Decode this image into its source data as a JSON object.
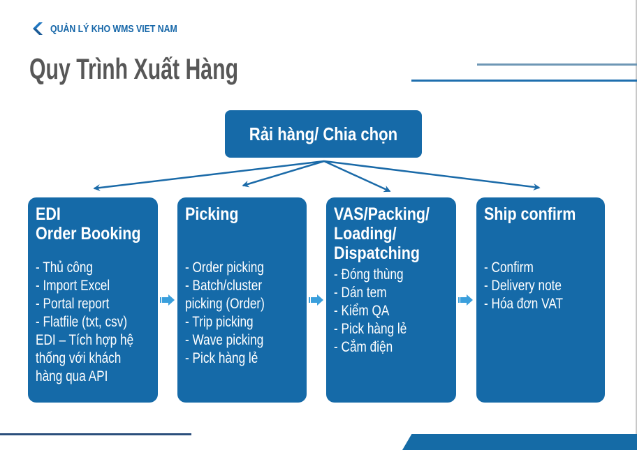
{
  "header": {
    "brand_icon": "chevron-left-icon",
    "brand_text": "QUẢN LÝ KHO WMS VIET NAM",
    "title": "Quy Trình Xuất Hàng"
  },
  "diagram": {
    "root": {
      "label": "Rải hàng/ Chia chọn"
    },
    "steps": [
      {
        "title_lines": [
          "EDI",
          "Order Booking"
        ],
        "items": [
          "- Thủ công",
          "- Import Excel",
          "- Portal report",
          "- Flatfile (txt, csv)",
          "EDI – Tích hợp hệ",
          "thống với khách",
          "hàng qua API"
        ]
      },
      {
        "title_lines": [
          "Picking"
        ],
        "items": [
          "- Order picking",
          "- Batch/cluster",
          "picking (Order)",
          "- Trip picking",
          "- Wave picking",
          "- Pick hàng lẻ"
        ]
      },
      {
        "title_lines": [
          "VAS/Packing/",
          "Loading/",
          "Dispatching"
        ],
        "items": [
          "- Đóng thùng",
          "- Dán tem",
          "- Kiểm QA",
          "- Pick hàng lẻ",
          "- Cắm điện"
        ]
      },
      {
        "title_lines": [
          "Ship confirm"
        ],
        "items": [
          "- Confirm",
          "- Delivery note",
          "- Hóa đơn VAT"
        ]
      }
    ]
  },
  "colors": {
    "primary_blue": "#156aa8",
    "brand_blue": "#1566a8",
    "title_gray": "#575757",
    "flow_arrow": "#3a9fdc"
  }
}
